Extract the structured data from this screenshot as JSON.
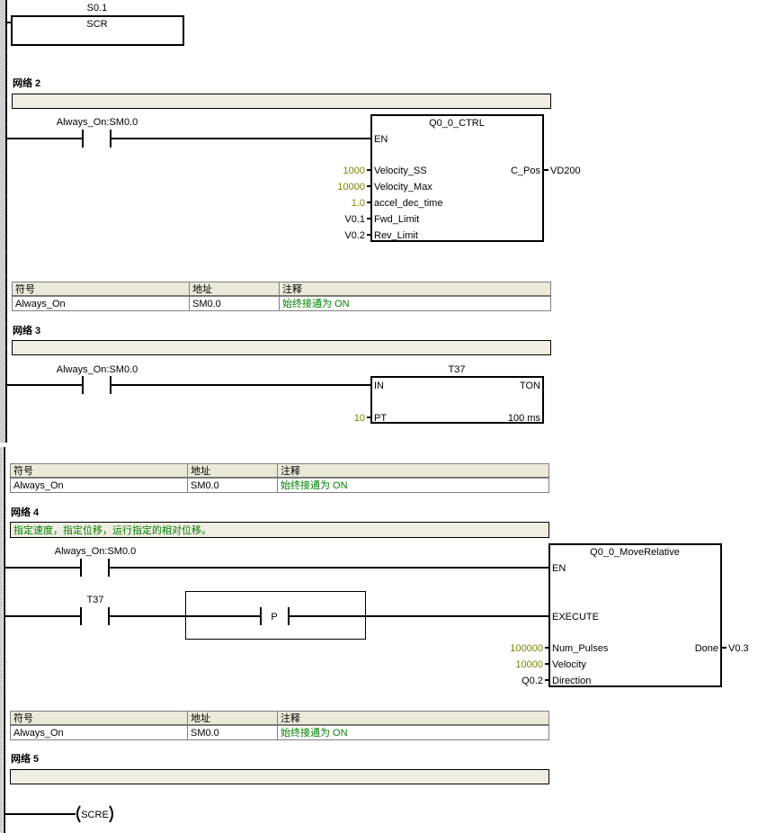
{
  "colors": {
    "value_constant": "#808000",
    "comment_text": "#008000",
    "comment_bar": "#f0ede2",
    "table_header": "#ece9d8"
  },
  "network1": {
    "scr_address": "S0.1",
    "scr_label": "SCR"
  },
  "network2": {
    "title": "网络 2",
    "comment": "",
    "contact_label": "Always_On:SM0.0",
    "box": {
      "title": "Q0_0_CTRL",
      "en": "EN",
      "inputs": [
        {
          "pin": "Velocity_SS",
          "value": "1000"
        },
        {
          "pin": "Velocity_Max",
          "value": "10000"
        },
        {
          "pin": "accel_dec_time",
          "value": "1.0"
        },
        {
          "pin": "Fwd_Limit",
          "value": "V0.1"
        },
        {
          "pin": "Rev_Limit",
          "value": "V0.2"
        }
      ],
      "output": {
        "pin": "C_Pos",
        "value": "VD200"
      }
    },
    "symbol_table": {
      "headers": [
        "符号",
        "地址",
        "注释"
      ],
      "row": [
        "Always_On",
        "SM0.0",
        "始终接通为 ON"
      ]
    }
  },
  "network3": {
    "title": "网络 3",
    "comment": "",
    "contact_label": "Always_On:SM0.0",
    "timer": {
      "name": "T37",
      "in": "IN",
      "type": "TON",
      "pt": "PT",
      "pt_value": "10",
      "resolution": "100 ms"
    },
    "symbol_table": {
      "headers": [
        "符号",
        "地址",
        "注释"
      ],
      "row": [
        "Always_On",
        "SM0.0",
        "始终接通为 ON"
      ]
    }
  },
  "network4": {
    "title": "网络 4",
    "comment": "指定速度，指定位移，运行指定的相对位移。",
    "contact1_label": "Always_On:SM0.0",
    "contact2_label": "T37",
    "edge_label": "P",
    "box": {
      "title": "Q0_0_MoveRelative",
      "en": "EN",
      "execute": "EXECUTE",
      "inputs": [
        {
          "pin": "Num_Pulses",
          "value": "100000"
        },
        {
          "pin": "Velocity",
          "value": "10000"
        },
        {
          "pin": "Direction",
          "value": "Q0.2"
        }
      ],
      "output": {
        "pin": "Done",
        "value": "V0.3"
      }
    },
    "symbol_table": {
      "headers": [
        "符号",
        "地址",
        "注释"
      ],
      "row": [
        "Always_On",
        "SM0.0",
        "始终接通为 ON"
      ]
    }
  },
  "network5": {
    "title": "网络 5",
    "comment": "",
    "coil_label": "SCRE"
  }
}
